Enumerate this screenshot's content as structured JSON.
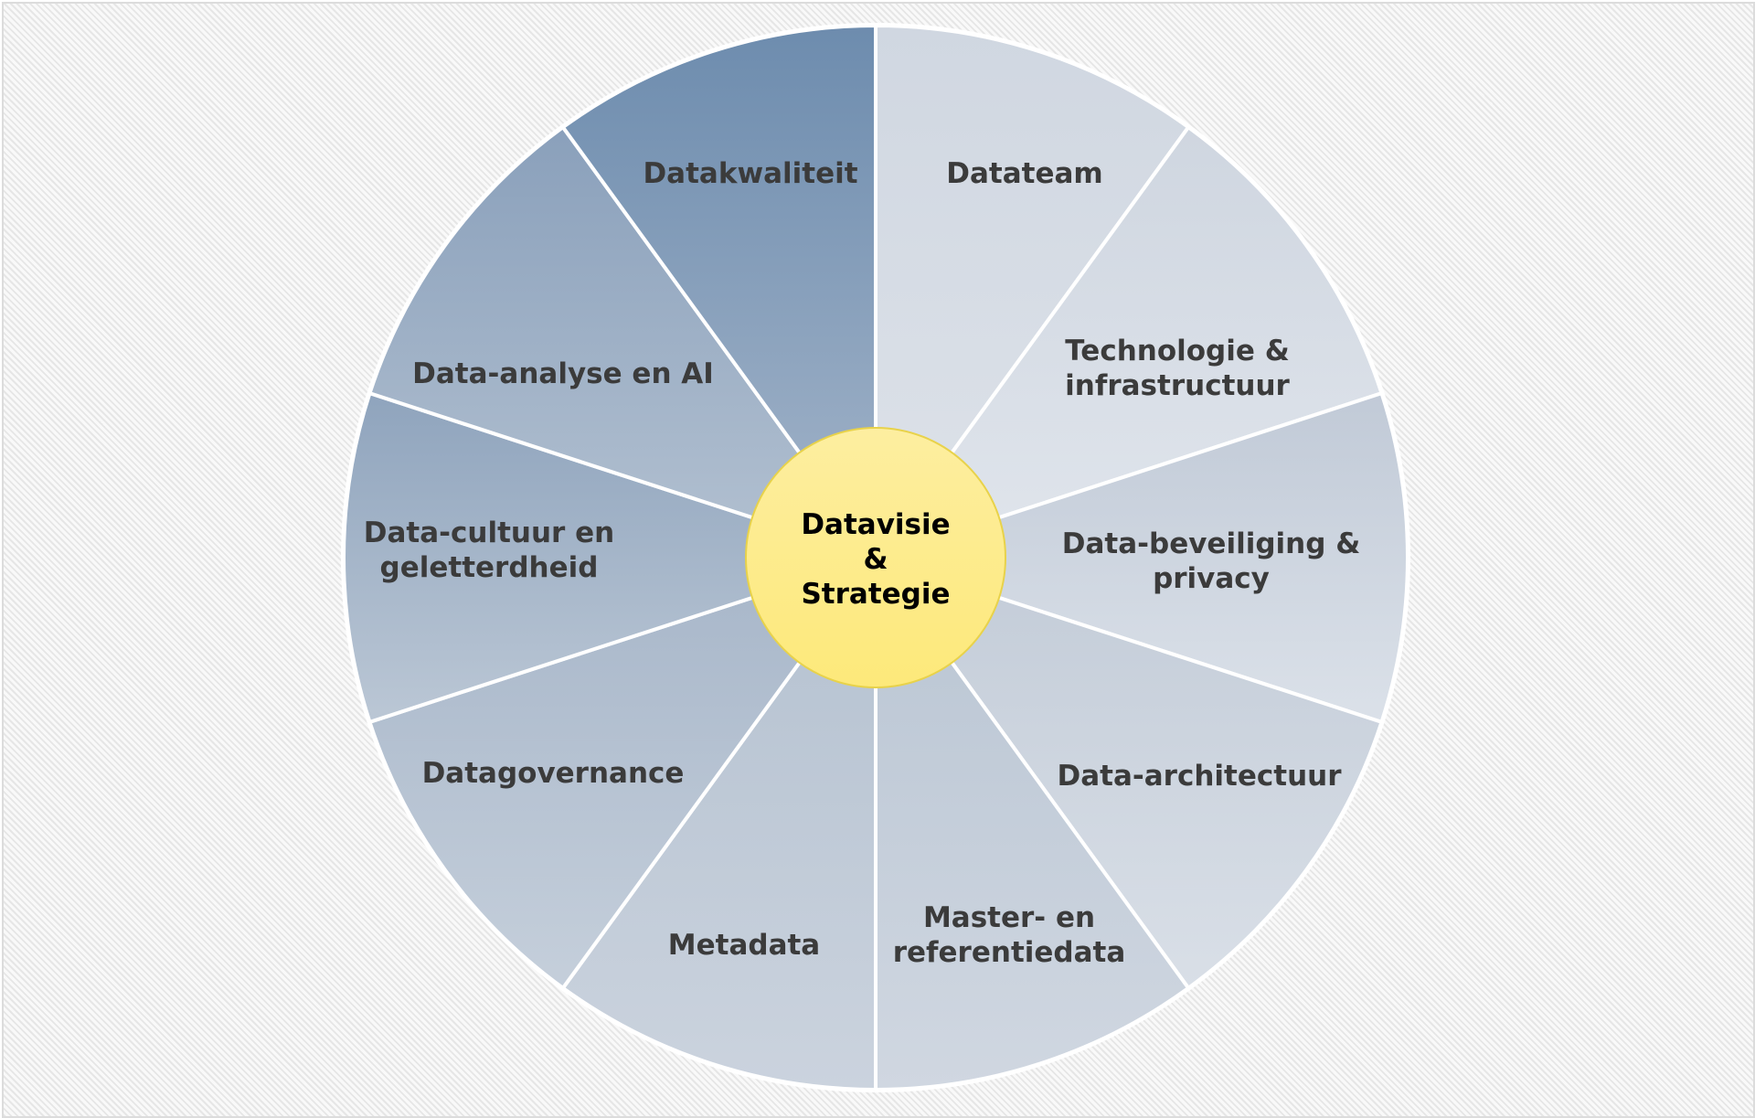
{
  "diagram": {
    "type": "segmented-wheel",
    "center": {
      "lines": [
        "Datavisie",
        "&",
        "Strategie"
      ],
      "fill_top": "#fdeea0",
      "fill_bottom": "#fde97a",
      "stroke": "#e8d24a"
    },
    "segments": [
      {
        "id": "datateam",
        "lines": [
          "Datateam"
        ],
        "color_top": "#d0d7e1",
        "color_bottom": "#dde2e9"
      },
      {
        "id": "technologie",
        "lines": [
          "Technologie &",
          "infrastructuur"
        ],
        "color_top": "#cfd6e0",
        "color_bottom": "#e0e5ec"
      },
      {
        "id": "beveiliging",
        "lines": [
          "Data-beveiliging &",
          "privacy"
        ],
        "color_top": "#c1cad7",
        "color_bottom": "#dbe1e9"
      },
      {
        "id": "architectuur",
        "lines": [
          "Data-architectuur"
        ],
        "color_top": "#c3ccd8",
        "color_bottom": "#d9dfe7"
      },
      {
        "id": "masterdata",
        "lines": [
          "Master- en",
          "referentiedata"
        ],
        "color_top": "#b9c5d3",
        "color_bottom": "#d0d7e1"
      },
      {
        "id": "metadata",
        "lines": [
          "Metadata"
        ],
        "color_top": "#b4c1d0",
        "color_bottom": "#cbd3de"
      },
      {
        "id": "datagovernance",
        "lines": [
          "Datagovernance"
        ],
        "color_top": "#a7b6c9",
        "color_bottom": "#c5cfdb"
      },
      {
        "id": "datacultuur",
        "lines": [
          "Data-cultuur en",
          "geletterdheid"
        ],
        "color_top": "#8fa4bd",
        "color_bottom": "#bbc7d5"
      },
      {
        "id": "data-analyse",
        "lines": [
          "Data-analyse en AI"
        ],
        "color_top": "#8aa0bb",
        "color_bottom": "#b3c1d1"
      },
      {
        "id": "datakwaliteit",
        "lines": [
          "Datakwaliteit"
        ],
        "color_top": "#6d8cae",
        "color_bottom": "#a3b4c9"
      }
    ],
    "divider_color": "#ffffff",
    "text_color": "#3b3b3b"
  }
}
